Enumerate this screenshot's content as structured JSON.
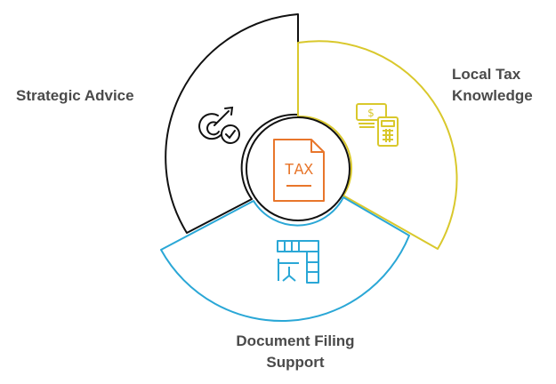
{
  "diagram": {
    "center": {
      "icon": "tax-document-icon",
      "text": "TAX",
      "color": "#E8762B"
    },
    "segments": [
      {
        "id": "strategic",
        "label_lines": [
          "Strategic Advice"
        ],
        "icon": "target-check-icon",
        "color": "#111111"
      },
      {
        "id": "local",
        "label_lines": [
          "Local Tax",
          "Knowledge"
        ],
        "icon": "money-calculator-icon",
        "color": "#D9C82C"
      },
      {
        "id": "document",
        "label_lines": [
          "Document Filing",
          "Support"
        ],
        "icon": "filing-cabinet-desk-icon",
        "color": "#2AA7D6"
      }
    ],
    "label_color": "#4a4a4a"
  }
}
